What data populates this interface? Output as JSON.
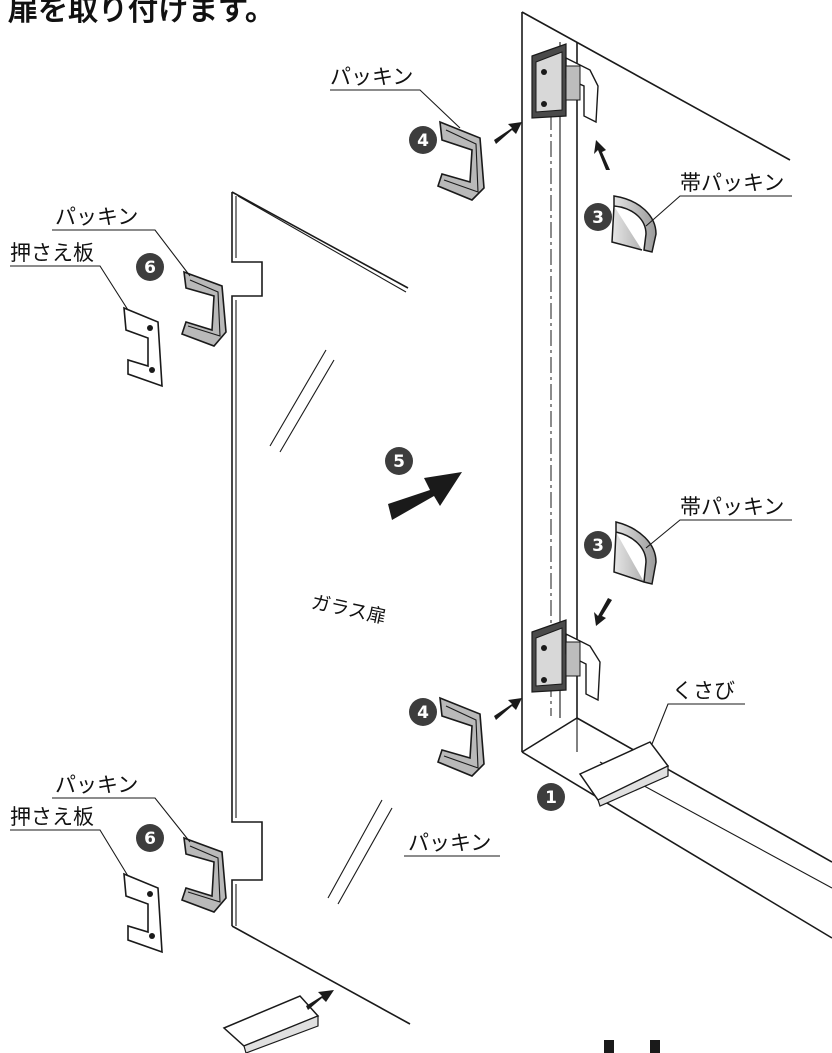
{
  "heading": "扉を取り付けます。",
  "glass_label": "ガラス扉",
  "labels": {
    "packing_top_right": "パッキン",
    "band_packing_upper": "帯パッキン",
    "band_packing_lower": "帯パッキン",
    "packing_upper_left": "パッキン",
    "press_plate_upper": "押さえ板",
    "packing_lower_left": "パッキン",
    "press_plate_lower": "押さえ板",
    "packing_bottom_mid": "パッキン",
    "wedge": "くさび"
  },
  "steps": {
    "s1": "1",
    "s3a": "3",
    "s3b": "3",
    "s4a": "4",
    "s4b": "4",
    "s5": "5",
    "s6a": "6",
    "s6b": "6"
  },
  "colors": {
    "line": "#1a1a1a",
    "packing_fill": "#b9b9b9",
    "dark_fill": "#3a3a3a",
    "badge": "#3d3d3d"
  }
}
